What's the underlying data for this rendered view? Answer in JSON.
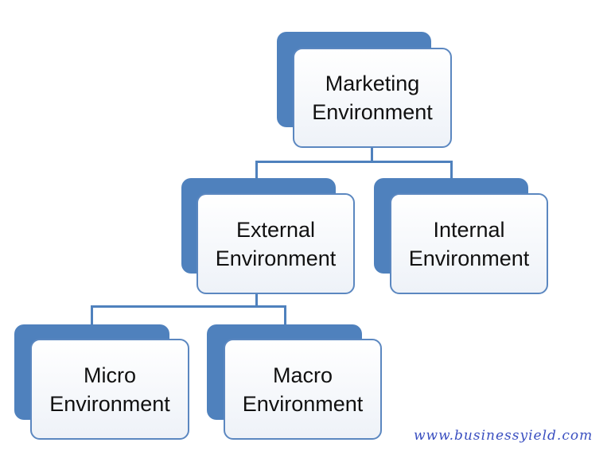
{
  "nodes": {
    "root": "Marketing Environment",
    "external": "External Environment",
    "internal": "Internal Environment",
    "micro": "Micro Environment",
    "macro": "Macro Environment"
  },
  "watermark": "www.businessyield.com",
  "colors": {
    "accent": "#4f81bd",
    "watermark": "#3a4fc0"
  }
}
